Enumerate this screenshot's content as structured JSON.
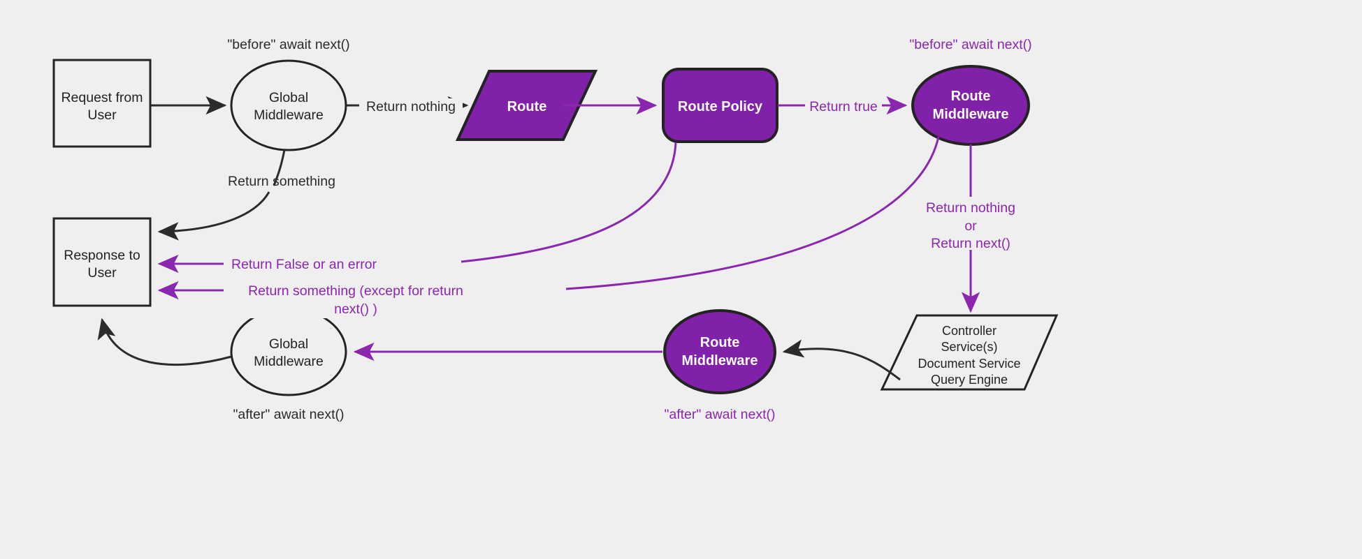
{
  "diagram": {
    "title": "Middleware request/response lifecycle flow",
    "background_color": "#efefef",
    "accent_purple": "#8120A8",
    "line_purple": "#8B27AE",
    "dark_stroke": "#232323"
  },
  "nodes": {
    "request_from_user": {
      "label": "Request from\nUser",
      "shape": "rectangle",
      "fill": "#efefef"
    },
    "global_middleware_top": {
      "label": "Global\nMiddleware",
      "shape": "ellipse",
      "fill": "#efefef"
    },
    "route": {
      "label": "Route",
      "shape": "parallelogram",
      "fill": "#8120A8"
    },
    "route_policy": {
      "label": "Route Policy",
      "shape": "rounded-rectangle",
      "fill": "#8120A8"
    },
    "route_middleware_top": {
      "label": "Route\nMiddleware",
      "shape": "ellipse",
      "fill": "#8120A8"
    },
    "response_to_user": {
      "label": "Response to\nUser",
      "shape": "rectangle",
      "fill": "#efefef"
    },
    "global_middleware_bottom": {
      "label": "Global\nMiddleware",
      "shape": "ellipse",
      "fill": "#efefef"
    },
    "route_middleware_bottom": {
      "label": "Route\nMiddleware",
      "shape": "ellipse",
      "fill": "#8120A8"
    },
    "controller_stack": {
      "label": "Controller\nService(s)\nDocument Service\nQuery Engine",
      "shape": "parallelogram",
      "fill": "#efefef"
    }
  },
  "annotations": {
    "before_await_next_global": "\"before\" await next()",
    "before_await_next_route": "\"before\" await next()",
    "after_await_next_global": "\"after\" await next()",
    "after_await_next_route": "\"after\" await next()"
  },
  "edge_labels": {
    "return_something_top": "Return something",
    "return_nothing": "Return nothing",
    "return_true": "Return true",
    "return_false_or_error": "Return False or an error",
    "return_something_except": "Return something (except for return next() )",
    "return_nothing_or_next": "Return nothing\nor\nReturn next()"
  }
}
